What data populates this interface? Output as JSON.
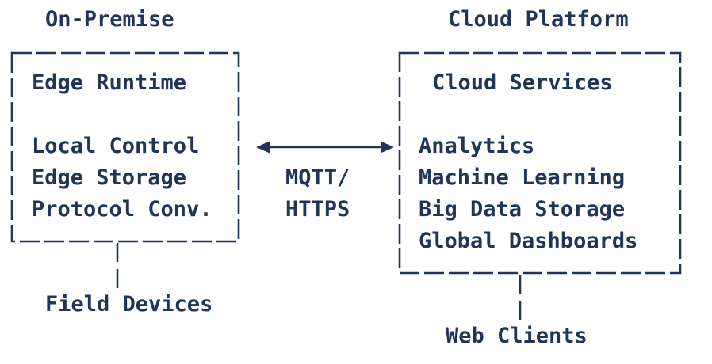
{
  "diagram": {
    "on_premise": {
      "title": "On-Premise",
      "box_header": "Edge Runtime",
      "items": [
        "Local Control",
        "Edge Storage",
        "Protocol Conv."
      ],
      "connected_node": "Field Devices"
    },
    "cloud_platform": {
      "title": "Cloud Platform",
      "box_header": "Cloud Services",
      "items": [
        "Analytics",
        "Machine Learning",
        "Big Data Storage",
        "Global Dashboards"
      ],
      "connected_node": "Web Clients"
    },
    "link": {
      "protocol_line1": "MQTT/",
      "protocol_line2": "HTTPS",
      "arrow_type": "bidirectional"
    },
    "colors": {
      "ink": "#203557",
      "background": "#ffffff"
    }
  }
}
